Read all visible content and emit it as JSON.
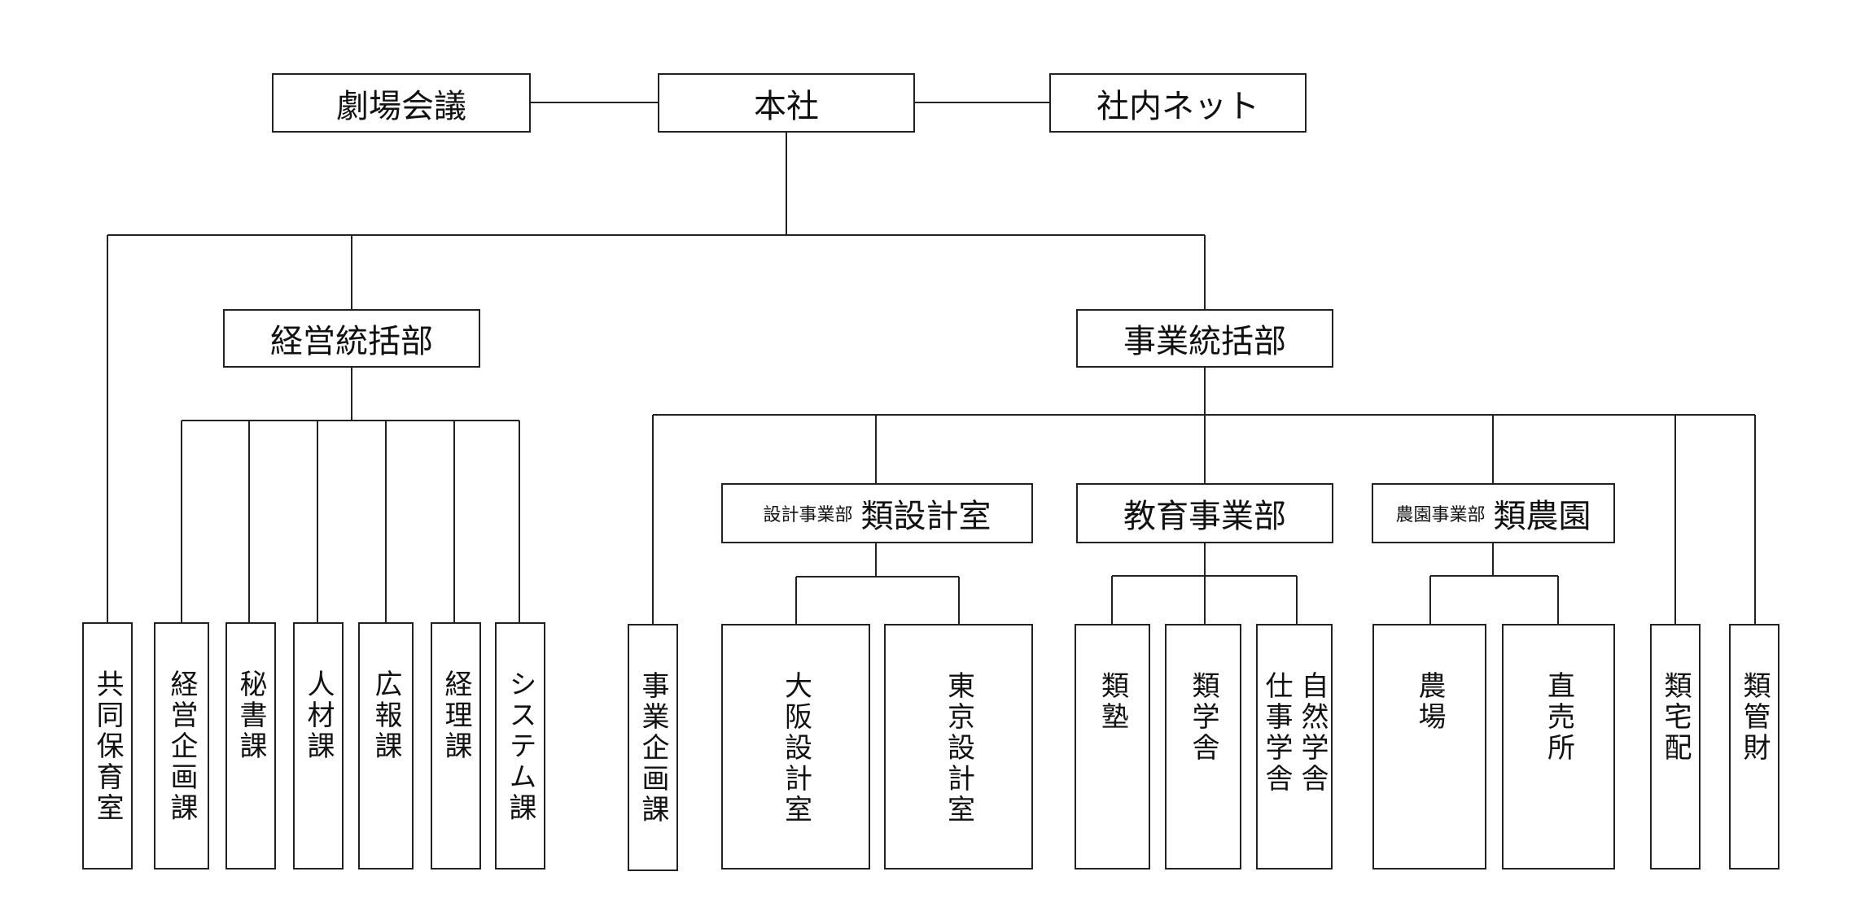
{
  "top": {
    "left": "劇場会議",
    "center": "本社",
    "right": "社内ネット"
  },
  "divisions": {
    "management": "経営統括部",
    "business": "事業統括部"
  },
  "departments": {
    "design": {
      "prefix": "設計事業部",
      "name": "類設計室"
    },
    "education": {
      "name": "教育事業部"
    },
    "farm": {
      "prefix": "農園事業部",
      "name": "類農園"
    }
  },
  "units": {
    "nursery": "共同保育室",
    "mgmt_planning": "経営企画課",
    "secretary": "秘書課",
    "hr": "人材課",
    "pr": "広報課",
    "accounting": "経理課",
    "system": "システム課",
    "biz_planning": "事業企画課",
    "osaka": "大阪設計室",
    "tokyo": "東京設計室",
    "juku": "類塾",
    "gakusha": "類学舎",
    "shigoto": "仕事学舎",
    "shizen": "自然学舎",
    "farm_site": "農場",
    "direct_sales": "直売所",
    "delivery": "類宅配",
    "property": "類管財"
  }
}
